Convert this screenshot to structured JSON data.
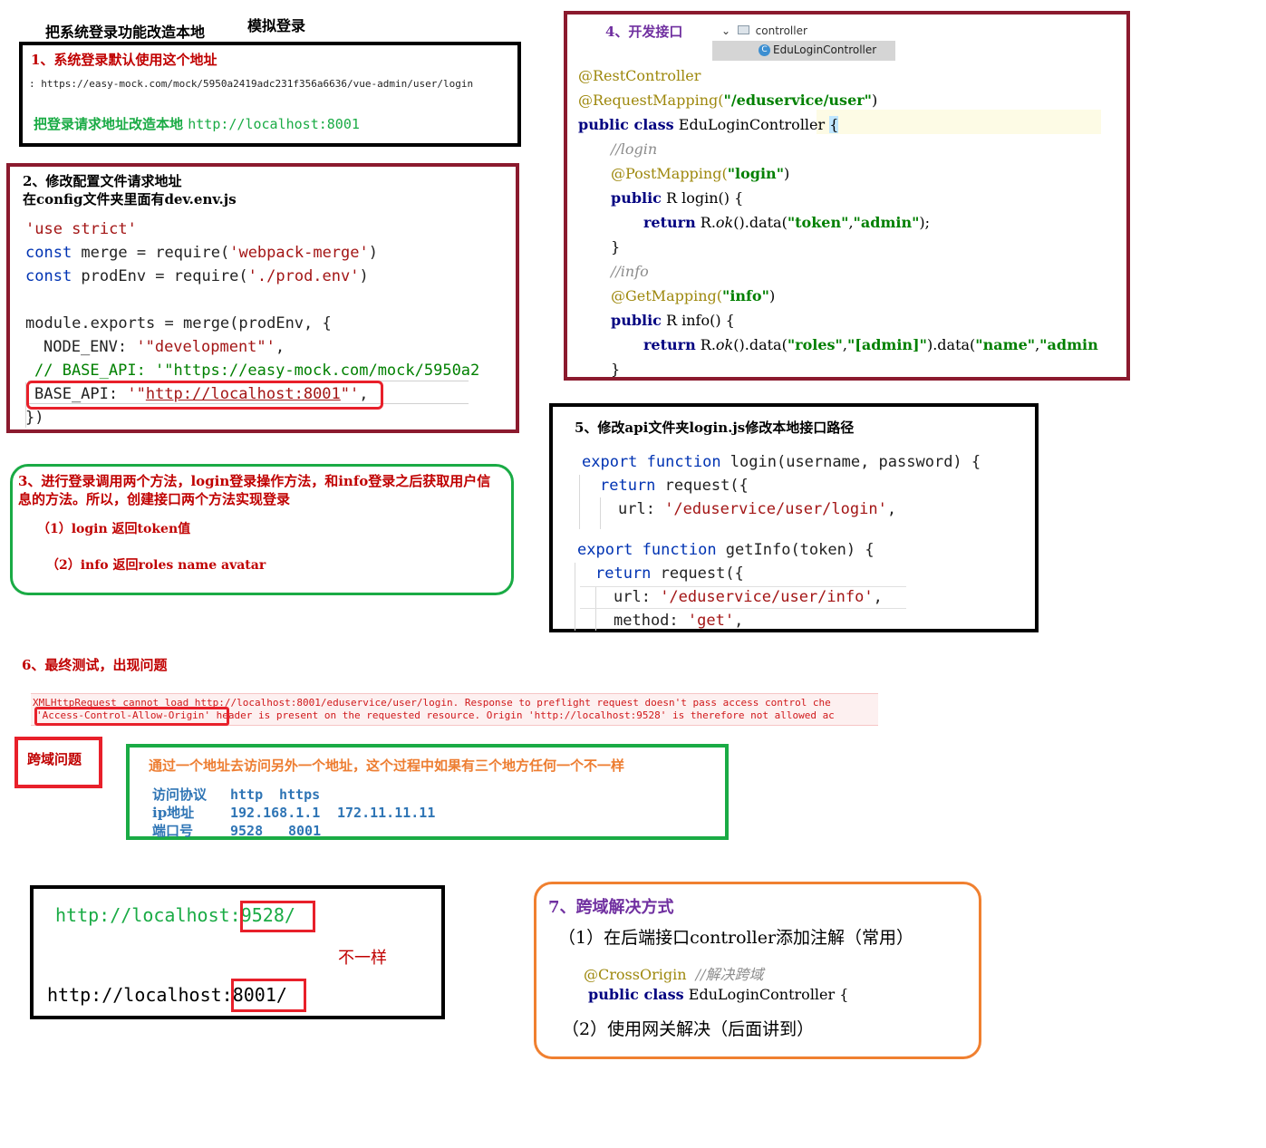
{
  "heading": {
    "title": "把系统登录功能改造本地",
    "subtitle": "模拟登录"
  },
  "step1": {
    "title": "1、系统登录默认使用这个地址",
    "url_prefix": ":",
    "url": "https://easy-mock.com/mock/5950a2419adc231f356a6636/vue-admin/user/login",
    "note_prefix": "把登录请求地址改造本地",
    "note_url": "http://localhost:8001"
  },
  "step2": {
    "title": "2、修改配置文件请求地址",
    "subtitle": "在config文件夹里面有dev.env.js",
    "code": {
      "use_strict": "'use strict'",
      "kw_const": "const",
      "merge_name": " merge = ",
      "require_fn": "require",
      "webpack_merge": "'webpack-merge'",
      "prodenv_name": " prodEnv = require(",
      "prod_env": "'./prod.env'",
      "exports_line": "module.exports = merge(prodEnv, {",
      "node_env_key": "NODE_ENV: ",
      "node_env_val": "'\"development\"'",
      "comment_line": "// BASE_API: '\"https://easy-mock.com/mock/5950a2",
      "base_api_key": "BASE_API: ",
      "base_api_q1": "'\"",
      "base_api_val": "http://localhost:8001",
      "base_api_q2": "\"'",
      "close": "})"
    }
  },
  "step3": {
    "title": "3、进行登录调用两个方法，login登录操作方法，和info登录之后获取用户信息的方法。所以，创建接口两个方法实现登录",
    "item1": "（1）login 返回token值",
    "item2": "（2）info 返回roles  name  avatar"
  },
  "step4": {
    "title": "4、开发接口",
    "tree_folder": "controller",
    "tree_file": "EduLoginController",
    "code": {
      "rest": "@RestController",
      "reqmap": "@RequestMapping(",
      "reqmap_path": "\"/eduservice/user\"",
      "public_class": "public class",
      "class_name": " EduLoginController ",
      "brace": "{",
      "c_login": "//login",
      "post": "@PostMapping(",
      "post_arg": "\"login\"",
      "public": "public",
      "login_sig": " R login() {",
      "return": "return",
      "login_body_a": " R.",
      "ok": "ok",
      "login_body_b": "().data(",
      "token_key": "\"token\"",
      "admin_val": "\"admin\"",
      "semi": ");",
      "close_brace": "}",
      "c_info": "//info",
      "get": "@GetMapping(",
      "get_arg": "\"info\"",
      "info_sig": " R info() {",
      "roles_key": "\"roles\"",
      "roles_val": "\"[admin]\"",
      "data2": ").data(",
      "name_key": "\"name\"",
      "name_val": "\"admin"
    }
  },
  "step5": {
    "title": "5、修改api文件夹login.js修改本地接口路径",
    "code": {
      "export": "export",
      "function": "function",
      "login_sig": " login(username, password) {",
      "return": "return",
      "request": " request({",
      "url_key": "url: ",
      "login_url": "'/eduservice/user/login'",
      "getinfo_sig": " getInfo(token) {",
      "info_url": "'/eduservice/user/info'",
      "method_key": "method: ",
      "method_val": "'get'"
    }
  },
  "step6": {
    "title": "6、最终测试，出现问题",
    "error_line1": "XMLHttpRequest cannot load http://localhost:8001/eduservice/user/login. Response to preflight request doesn't pass access control che",
    "error_header": "'Access-Control-Allow-Origin'",
    "error_line2": " header is present on the requested resource. Origin 'http://localhost:9528' is therefore not allowed ac",
    "cors_label": "跨域问题",
    "explain": "通过一个地址去访问另外一个地址，这个过程中如果有三个地方任何一个不一样",
    "rows": [
      [
        "访问协议",
        "http",
        "https"
      ],
      [
        "ip地址",
        "192.168.1.1",
        "172.11.11.11"
      ],
      [
        "端口号",
        "9528",
        "8001"
      ]
    ]
  },
  "compare": {
    "url1_base": "http://localhost:",
    "port1": "9528/",
    "url2_base": "http://localhost:",
    "port2": "8001/",
    "diff": "不一样"
  },
  "step7": {
    "title": "7、跨域解决方式",
    "item1": "（1）在后端接口controller添加注解（常用）",
    "code_anno": "@CrossOrigin",
    "code_comment": "//解决跨域",
    "code_public_class": "public class",
    "code_class": " EduLoginController {",
    "item2": "（2）使用网关解决（后面讲到）"
  },
  "colors": {
    "dark_red": "#8b1a2e",
    "black": "#000000",
    "green": "#1aab45",
    "red": "#e8202a",
    "orange": "#f08030"
  }
}
